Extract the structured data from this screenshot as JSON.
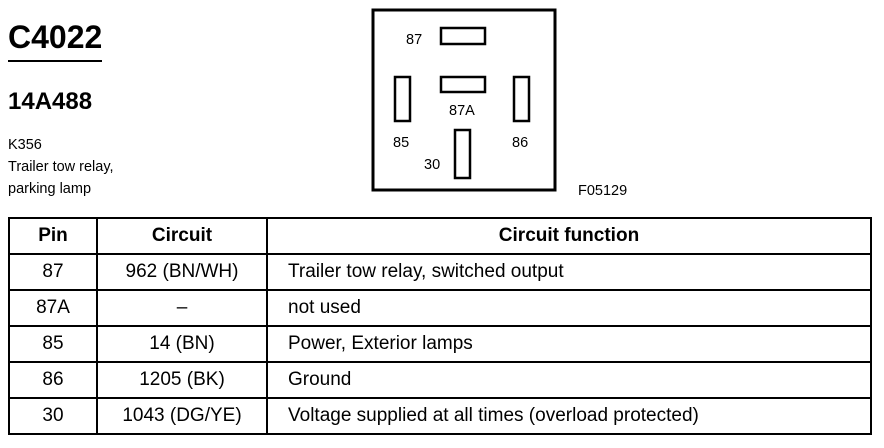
{
  "connector": {
    "id": "C4022",
    "part_number": "14A488",
    "description_lines": [
      "K356",
      "Trailer tow relay,",
      "parking lamp"
    ]
  },
  "figure": {
    "code": "F05129",
    "pin_labels": {
      "p87": "87",
      "p87a": "87A",
      "p85": "85",
      "p86": "86",
      "p30": "30"
    }
  },
  "table": {
    "headers": {
      "pin": "Pin",
      "circuit": "Circuit",
      "function": "Circuit function"
    },
    "rows": [
      {
        "pin": "87",
        "circuit": "962 (BN/WH)",
        "function": "Trailer tow relay, switched output"
      },
      {
        "pin": "87A",
        "circuit": "–",
        "function": "not used"
      },
      {
        "pin": "85",
        "circuit": "14 (BN)",
        "function": "Power, Exterior lamps"
      },
      {
        "pin": "86",
        "circuit": "1205 (BK)",
        "function": "Ground"
      },
      {
        "pin": "30",
        "circuit": "1043 (DG/YE)",
        "function": "Voltage supplied at all times (overload protected)"
      }
    ]
  }
}
